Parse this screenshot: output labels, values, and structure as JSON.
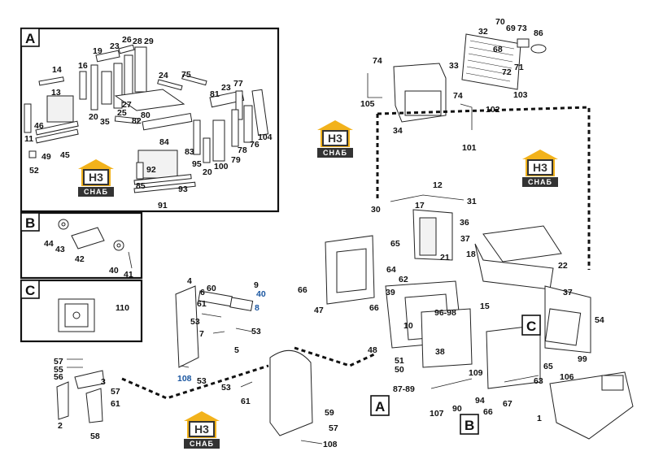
{
  "colors": {
    "ink": "#111111",
    "label_highlight": "#1a56a0",
    "watermark_gold": "#f2b21b",
    "watermark_dark": "#333333"
  },
  "watermark": {
    "logo_text": "H3",
    "sub_text": "СНАБ"
  },
  "insets": {
    "A": {
      "letter": "A"
    },
    "B": {
      "letter": "B"
    },
    "C": {
      "letter": "C"
    }
  },
  "callouts": {
    "A": "A",
    "B": "B",
    "C": "C"
  },
  "labels": {
    "a14": "14",
    "a16": "16",
    "a19": "19",
    "a23": "23",
    "a26": "26",
    "a28": "28",
    "a29": "29",
    "a13": "13",
    "a20": "20",
    "a35": "35",
    "a27": "27",
    "a25": "25",
    "a82": "82",
    "a80": "80",
    "a24": "24",
    "a75": "75",
    "a81": "81",
    "a23b": "23",
    "a77": "77",
    "a46": "46",
    "a11": "11",
    "a49": "49",
    "a45": "45",
    "a52": "52",
    "a84": "84",
    "a83": "83",
    "a95": "95",
    "a20b": "20",
    "a100": "100",
    "a79": "79",
    "a78": "78",
    "a76": "76",
    "a104": "104",
    "a92": "92",
    "a85": "85",
    "a93": "93",
    "a91": "91",
    "b44": "44",
    "b43": "43",
    "b42": "42",
    "b40": "40",
    "b41": "41",
    "c110": "110",
    "m70": "70",
    "m69": "69",
    "m73": "73",
    "m32": "32",
    "m86": "86",
    "m68": "68",
    "m71": "71",
    "m72": "72",
    "m33": "33",
    "m74": "74",
    "m105": "105",
    "m103": "103",
    "m102": "102",
    "m74b": "74",
    "m34": "34",
    "m101": "101",
    "m12": "12",
    "m30": "30",
    "m17": "17",
    "m31": "31",
    "m36": "36",
    "m65": "65",
    "m37": "37",
    "m21": "21",
    "m18": "18",
    "m22": "22",
    "m64": "64",
    "m62": "62",
    "m66": "66",
    "m39": "39",
    "m47": "47",
    "m66b": "66",
    "m15": "15",
    "m37b": "37",
    "m54": "54",
    "m96": "96-98",
    "m10": "10",
    "m48": "48",
    "m38": "38",
    "m51": "51",
    "m50": "50",
    "m87": "87-89",
    "m109": "109",
    "m107": "107",
    "m90": "90",
    "m94": "94",
    "m66c": "66",
    "m67": "67",
    "m65b": "65",
    "m99": "99",
    "m106": "106",
    "m63": "63",
    "m1": "1",
    "l4": "4",
    "l60": "60",
    "l9": "9",
    "l40": "40",
    "l6": "6",
    "l61": "61",
    "l8": "8",
    "l53": "53",
    "l53b": "53",
    "l7": "7",
    "l5": "5",
    "l108": "108",
    "l53c": "53",
    "l53d": "53",
    "l61b": "61",
    "l59": "59",
    "l57": "57",
    "l108b": "108",
    "s57": "57",
    "s55": "55",
    "s56": "56",
    "s3": "3",
    "s57b": "57",
    "s61": "61",
    "s2": "2",
    "s58": "58"
  }
}
